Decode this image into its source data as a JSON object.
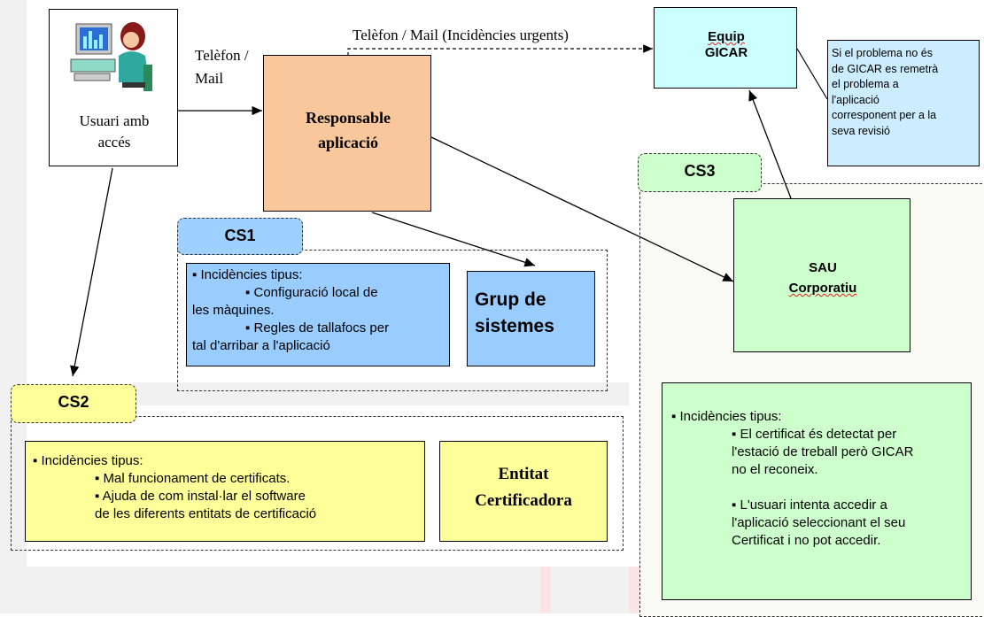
{
  "user": {
    "label_line1": "Usuari amb",
    "label_line2": "accés",
    "icon": "user-at-computer-icon"
  },
  "responsable": {
    "label_line1": "Responsable",
    "label_line2": "aplicació"
  },
  "gicar": {
    "label_line1": "Equip",
    "label_line2": "GICAR",
    "note_lines": [
      "Si el problema no és",
      "de GICAR es remetrà",
      "el problema a",
      "l'aplicació",
      "corresponent per a la",
      "seva revisió"
    ]
  },
  "edges": {
    "phone_line1": "Telèfon /",
    "phone_line2": "Mail",
    "urgent": "Telèfon / Mail (Incidències urgents)"
  },
  "cs1": {
    "tab": "CS1",
    "header": "▪ Incidències tipus:",
    "items": [
      "▪ Configuració local de",
      "les màquines.",
      "▪ Regles de tallafocs per",
      "tal d'arribar a l'aplicació"
    ],
    "group_line1": "Grup de",
    "group_line2": "sistemes"
  },
  "cs2": {
    "tab": "CS2",
    "header": "▪ Incidències tipus:",
    "items": [
      "▪ Mal funcionament de certificats.",
      "▪ Ajuda de com instal·lar el software",
      "de les diferents entitats de certificació"
    ],
    "entity_line1": "Entitat",
    "entity_line2": "Certificadora"
  },
  "cs3": {
    "tab": "CS3",
    "sau_line1": "SAU",
    "sau_line2": "Corporatiu",
    "header": "▪ Incidències tipus:",
    "item1": [
      "▪ El certificat és detectat per",
      "l'estació de treball però GICAR",
      "no el reconeix."
    ],
    "item2": [
      "▪ L'usuari intenta accedir a",
      "l'aplicació seleccionant el seu",
      "Certificat i no pot accedir."
    ]
  },
  "colors": {
    "responsable": "#f8c79b",
    "gicar": "#ccffff",
    "gicar_note": "#ccecff",
    "cs1": "#99ccff",
    "cs2": "#ffff99",
    "cs3": "#ccffcc"
  }
}
